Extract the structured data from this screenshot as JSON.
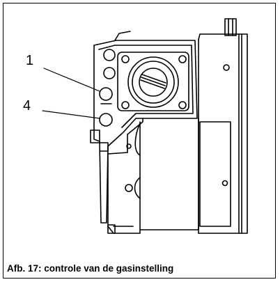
{
  "figure": {
    "caption": "Afb. 17: controle van de gasinstelling",
    "callouts": [
      {
        "label": "1"
      },
      {
        "label": "4"
      }
    ]
  }
}
